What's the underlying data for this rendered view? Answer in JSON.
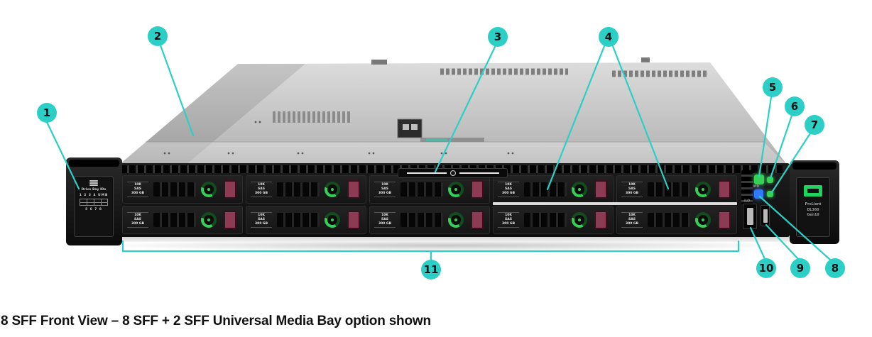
{
  "figure": {
    "caption": "8 SFF Front View – 8 SFF + 2 SFF Universal Media Bay option shown"
  },
  "colors": {
    "callout_teal": "#2BCFC6",
    "hpe_logo_green": "#1FD35F",
    "led_green": "#35D156",
    "led_blue": "#2F79FF",
    "drive_button_maroon": "#8D3B55"
  },
  "callouts": {
    "c1": "1",
    "c2": "2",
    "c3": "3",
    "c4": "4",
    "c5": "5",
    "c6": "6",
    "c7": "7",
    "c8": "8",
    "c9": "9",
    "c10": "10",
    "c11": "11"
  },
  "server": {
    "left_ear_label": {
      "title": "Drive Bay IDs",
      "ids_row1": "1 2 3 4 UMB",
      "ids_row2": "5 6 7 8"
    },
    "right_ear": {
      "line1": "ProLiant",
      "line2": "DL360",
      "line3": "Gen10"
    },
    "control_panel": {
      "uid_label": "UID",
      "ilo_label": "iLO"
    },
    "drive_label": {
      "l1": "10K",
      "l2": "SAS",
      "l3": "300 GB"
    }
  }
}
